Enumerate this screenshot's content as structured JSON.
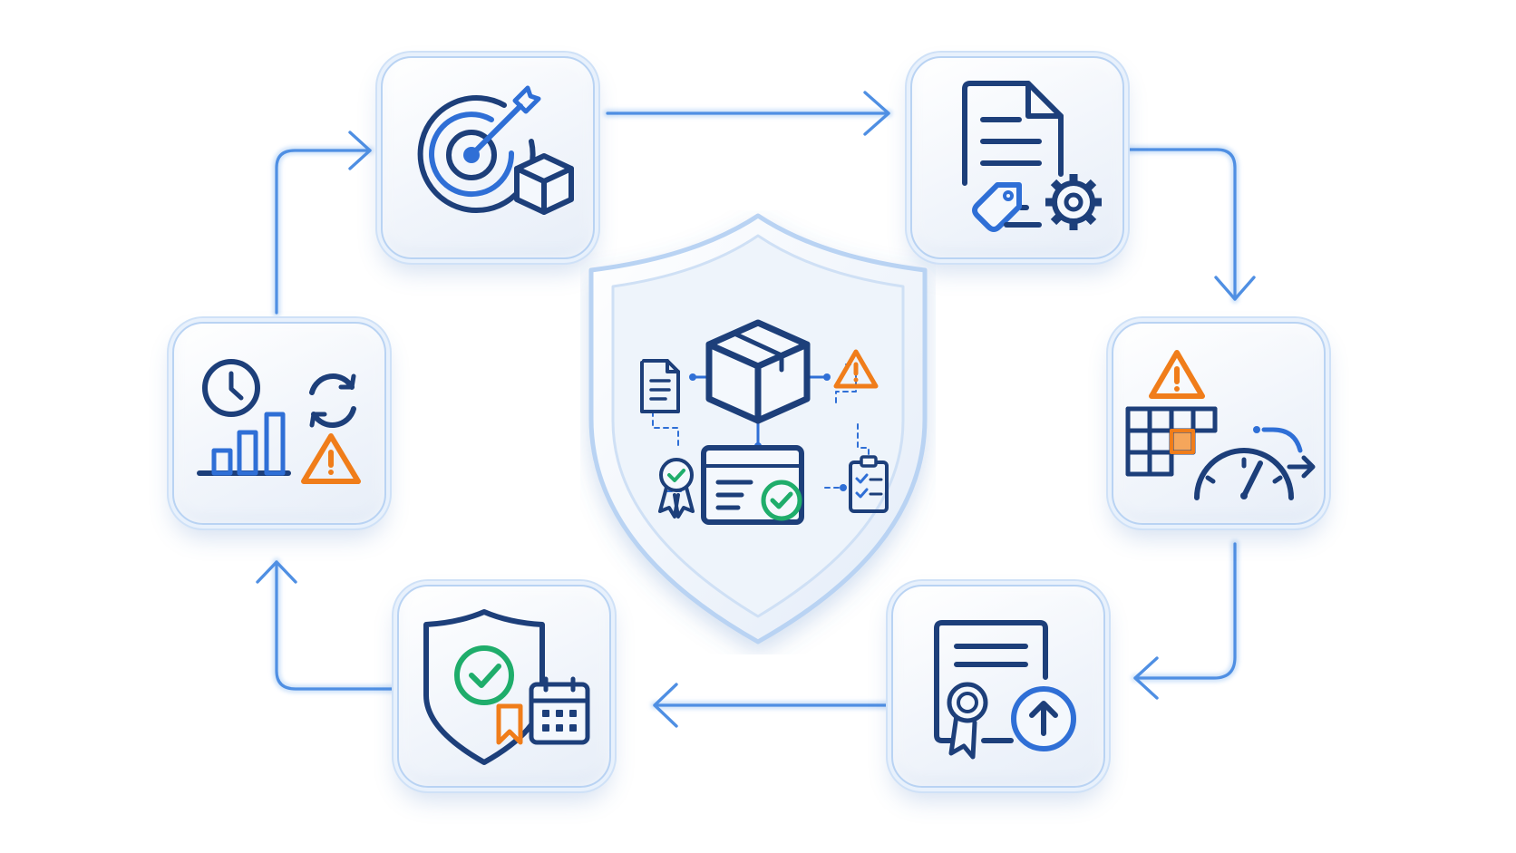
{
  "colors": {
    "navy": "#1d3f7a",
    "blue": "#2f6fd6",
    "connector": "#4f8fe3",
    "orange": "#f07d1a",
    "green": "#1fad6b",
    "glass_border": "#b9d3f3"
  },
  "diagram": {
    "type": "cycle",
    "direction": "clockwise",
    "center": {
      "name": "shield-hub",
      "icons": [
        "package-box-icon",
        "document-icon",
        "warning-icon",
        "award-ribbon-icon",
        "verified-card-icon",
        "checklist-clipboard-icon"
      ]
    },
    "nodes": [
      {
        "id": "target",
        "icons": [
          "target-arrow-icon",
          "cube-icon"
        ]
      },
      {
        "id": "doc",
        "icons": [
          "document-icon",
          "price-tag-icon",
          "gear-icon"
        ]
      },
      {
        "id": "perf",
        "icons": [
          "warning-icon",
          "grid-table-icon",
          "speedometer-icon",
          "arrow-right-icon"
        ]
      },
      {
        "id": "cert",
        "icons": [
          "certificate-icon",
          "award-seal-icon",
          "upload-arrow-icon"
        ]
      },
      {
        "id": "shield",
        "icons": [
          "shield-check-icon",
          "bookmark-icon",
          "calendar-icon"
        ]
      },
      {
        "id": "monitor",
        "icons": [
          "clock-icon",
          "bar-chart-icon",
          "refresh-cycle-icon",
          "warning-icon"
        ]
      }
    ],
    "edges": [
      {
        "from": "target",
        "to": "doc"
      },
      {
        "from": "doc",
        "to": "perf"
      },
      {
        "from": "perf",
        "to": "cert"
      },
      {
        "from": "cert",
        "to": "shield"
      },
      {
        "from": "shield",
        "to": "monitor"
      },
      {
        "from": "monitor",
        "to": "target"
      }
    ]
  }
}
